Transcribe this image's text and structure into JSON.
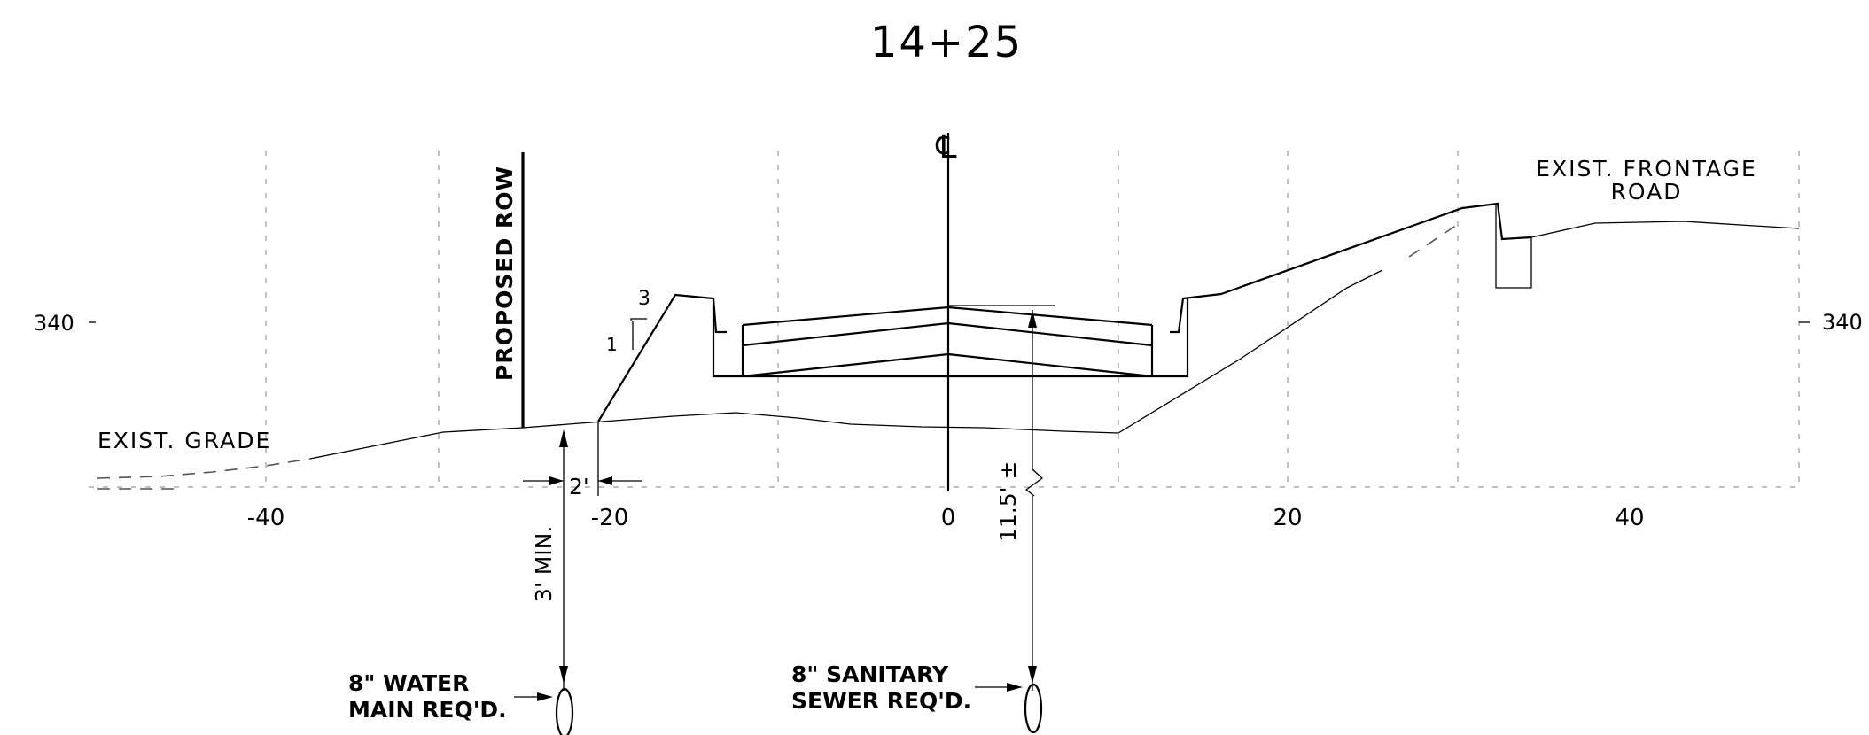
{
  "station": "14+25",
  "centerline_symbol": "℄",
  "elevation_labels": {
    "left": "340",
    "right": "340"
  },
  "offset_ticks": [
    "-40",
    "-20",
    "0",
    "20",
    "40"
  ],
  "labels": {
    "proposed_row": "PROPOSED ROW",
    "slope_run": "3",
    "slope_rise": "1",
    "exist_grade": "EXIST. GRADE",
    "frontage_road_line1": "EXIST. FRONTAGE",
    "frontage_road_line2": "ROAD",
    "offset_dim": "2'",
    "depth_min": "3' MIN.",
    "depth_sewer": "11.5' ±",
    "water_main_line1": "8\" WATER",
    "water_main_line2": "MAIN REQ'D.",
    "sewer_line1": "8\" SANITARY",
    "sewer_line2": "SEWER REQ'D."
  }
}
